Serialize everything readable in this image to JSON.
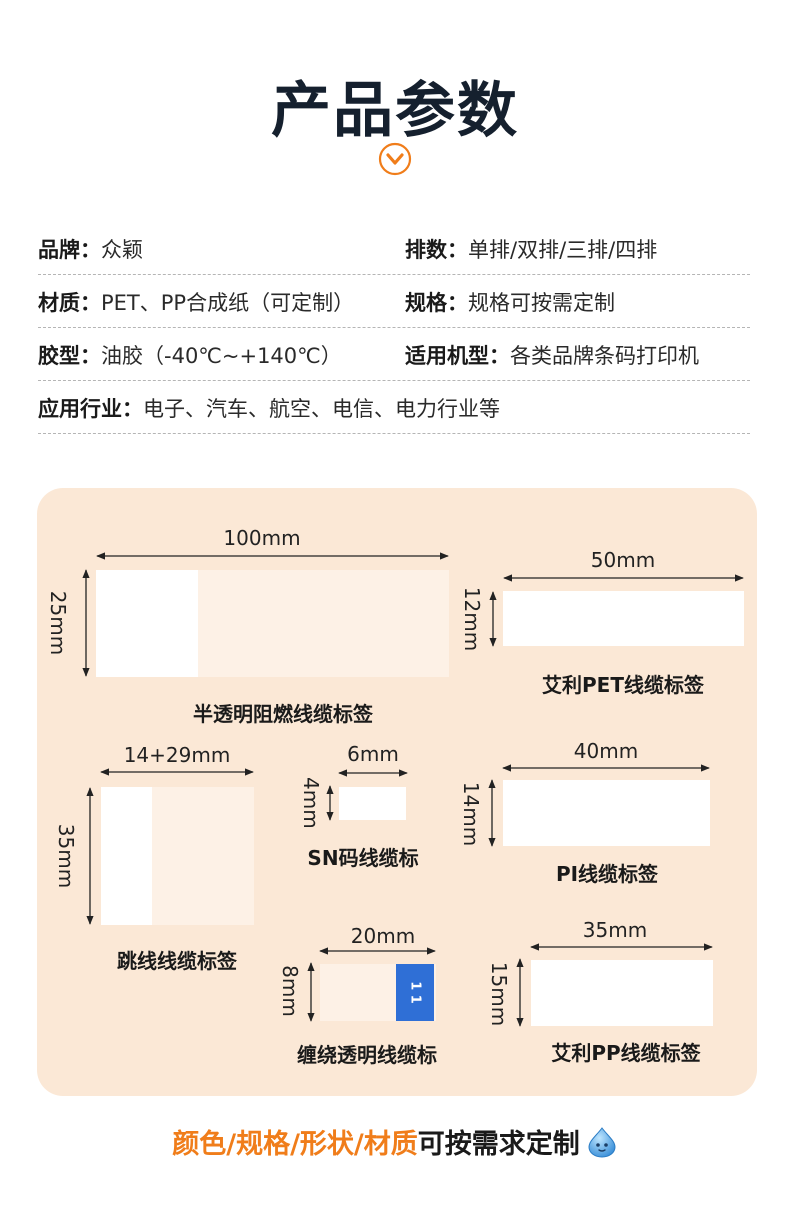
{
  "header": {
    "title": "产品参数"
  },
  "specs": [
    {
      "left": {
        "label": "品牌：",
        "value": "众颖"
      },
      "right": {
        "label": "排数：",
        "value": "单排/双排/三排/四排"
      }
    },
    {
      "left": {
        "label": "材质：",
        "value": "PET、PP合成纸（可定制）"
      },
      "right": {
        "label": "规格：",
        "value": "规格可按需定制"
      }
    },
    {
      "left": {
        "label": "胶型：",
        "value": "油胶（-40℃~+140℃）"
      },
      "right": {
        "label": "适用机型：",
        "value": "各类品牌条码打印机"
      }
    },
    {
      "left": {
        "label": "应用行业：",
        "value": "电子、汽车、航空、电信、电力行业等"
      }
    }
  ],
  "labels": {
    "flame": {
      "width": "100mm",
      "height": "25mm",
      "caption": "半透明阻燃线缆标签"
    },
    "pet": {
      "width": "50mm",
      "height": "12mm",
      "caption": "艾利PET线缆标签"
    },
    "jump": {
      "width": "14+29mm",
      "height": "35mm",
      "caption": "跳线线缆标签"
    },
    "sn": {
      "width": "6mm",
      "height": "4mm",
      "caption": "SN码线缆标"
    },
    "pi": {
      "width": "40mm",
      "height": "14mm",
      "caption": "PI线缆标签"
    },
    "wrap": {
      "width": "20mm",
      "height": "8mm",
      "caption": "缠绕透明线缆标",
      "tab_text": "1 1"
    },
    "pp": {
      "width": "35mm",
      "height": "15mm",
      "caption": "艾利PP线缆标签"
    }
  },
  "footer": {
    "highlight": "颜色/规格/形状/材质",
    "rest": "可按需求定制"
  },
  "colors": {
    "accent": "#f07d1a",
    "panel": "#fbe8d6",
    "blue_tab": "#2f6fd6"
  }
}
